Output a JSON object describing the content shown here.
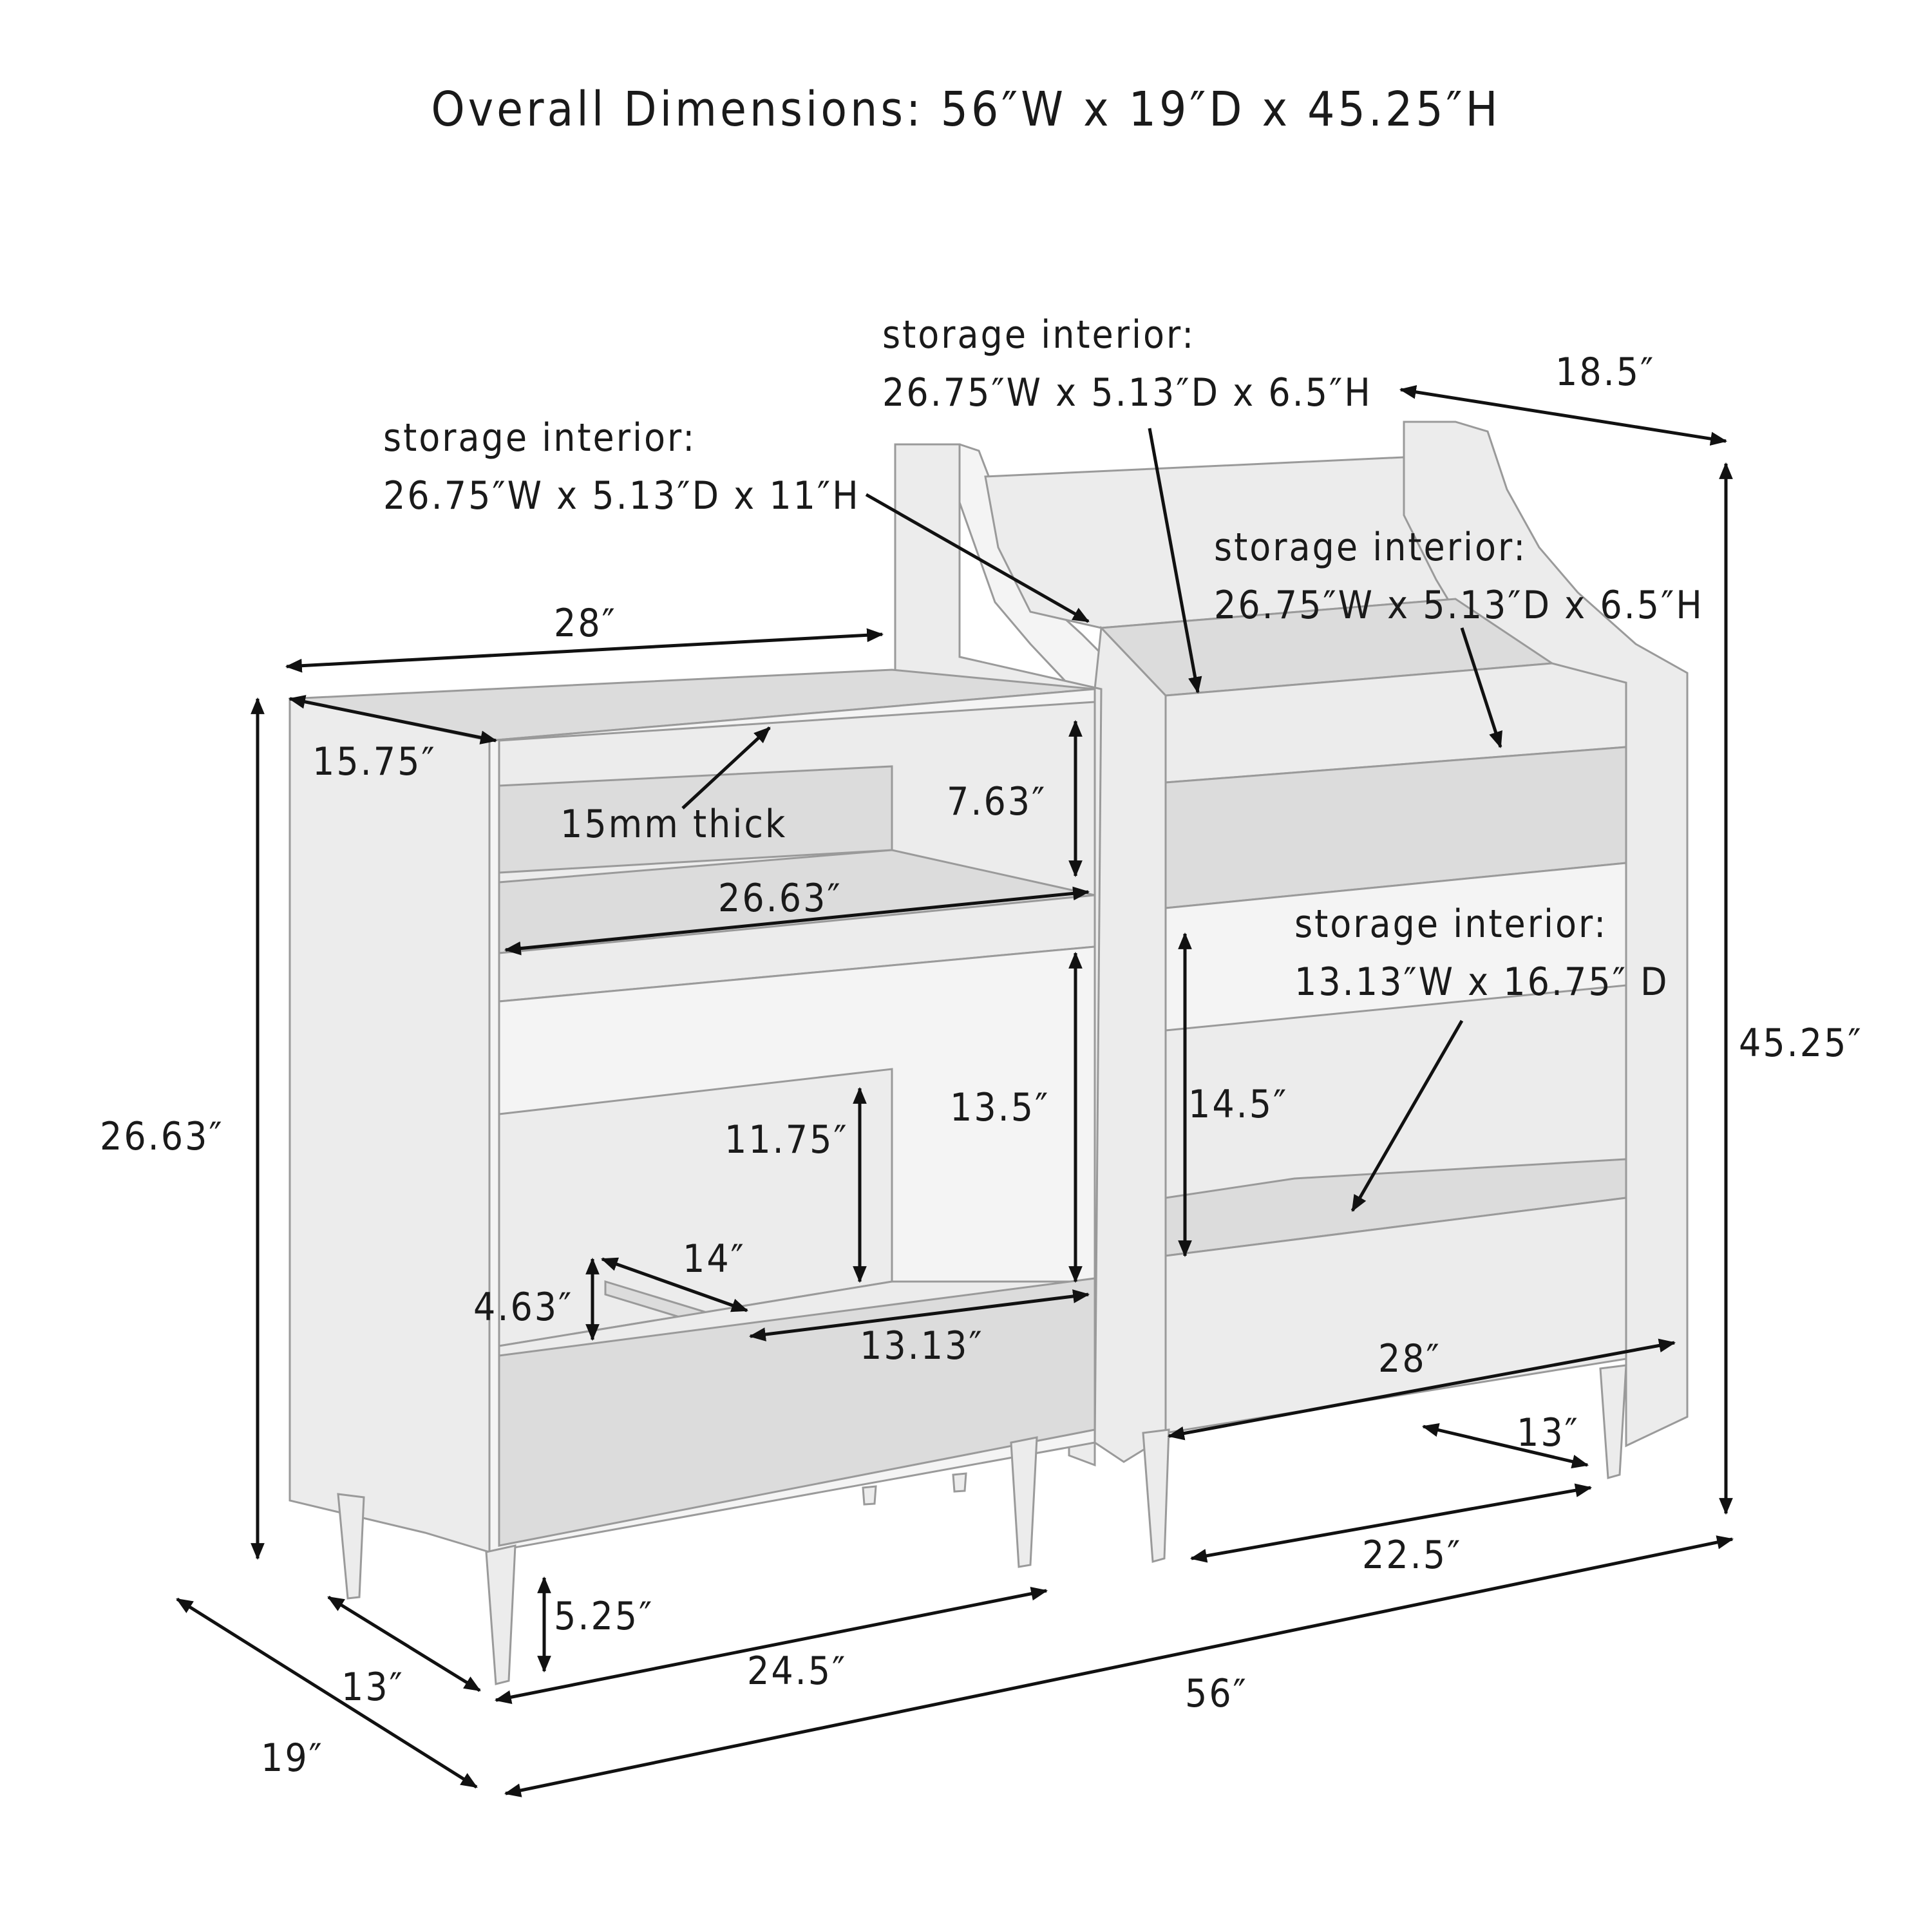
{
  "title": "Overall Dimensions: 56″W x 19″D x 45.25″H",
  "callouts": {
    "left_top_storage": {
      "line1": "storage interior:",
      "line2": "26.75″W x 5.13″D x 11″H"
    },
    "right_top_storage": {
      "line1": "storage interior:",
      "line2": "26.75″W x 5.13″D x 6.5″H"
    },
    "right_mid_storage": {
      "line1": "storage interior:",
      "line2": "26.75″W x 5.13″D x 6.5″H"
    },
    "right_bottom_storage": {
      "line1": "storage interior:",
      "line2": "13.13″W x 16.75″ D"
    },
    "shelf_thickness": "15mm thick"
  },
  "dimensions": {
    "left_top_width": "28″",
    "left_top_depth": "15.75″",
    "left_height": "26.63″",
    "upper_opening_height": "7.63″",
    "shelf_width": "26.63″",
    "lower_opening_height": "13.5″",
    "bin_height": "11.75″",
    "bin_depth": "14″",
    "bin_front_height": "4.63″",
    "bin_width": "13.13″",
    "leg_height": "5.25″",
    "left_base_width": "24.5″",
    "left_base_depth": "13″",
    "overall_depth": "19″",
    "overall_width": "56″",
    "right_depth": "18.5″",
    "overall_height": "45.25″",
    "right_bin_height": "14.5″",
    "right_front_width": "28″",
    "right_base_depth": "13″",
    "right_base_width": "22.5″"
  }
}
